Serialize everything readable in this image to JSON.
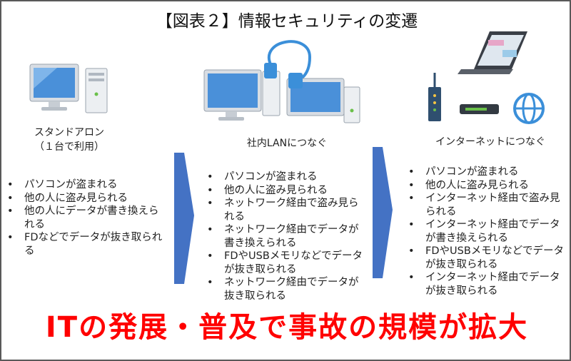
{
  "title": "【図表２】情報セキュリティの変遷",
  "stages": [
    {
      "caption_lines": [
        "スタンドアロン",
        "（１台で利用）"
      ],
      "risks": [
        "パソコンが盗まれる",
        "他の人に盗み見られる",
        "他の人にデータが書き換えられる",
        "FDなどでデータが抜き取られる"
      ]
    },
    {
      "caption_lines": [
        "社内LANにつなぐ"
      ],
      "risks": [
        "パソコンが盗まれる",
        "他の人に盗み見られる",
        "ネットワーク経由で盗み見られる",
        "ネットワーク経由でデータが書き換えられる",
        "FDやUSBメモリなどでデータが抜き取られる",
        "ネットワーク経由でデータが抜き取られる"
      ]
    },
    {
      "caption_lines": [
        "インターネットにつなぐ"
      ],
      "risks": [
        "パソコンが盗まれる",
        "他の人に盗み見られる",
        "インターネット経由で盗み見られる",
        "インターネット経由でデータが書き換えられる",
        "FDやUSBメモリなどでデータが抜き取られる",
        "インターネット経由でデータが抜き取られる"
      ]
    }
  ],
  "conclusion": "ITの発展・普及で事故の規模が拡大",
  "colors": {
    "arrow": "#4472c4",
    "conclusion": "#ff0000",
    "cable": "#3b8fd9"
  }
}
